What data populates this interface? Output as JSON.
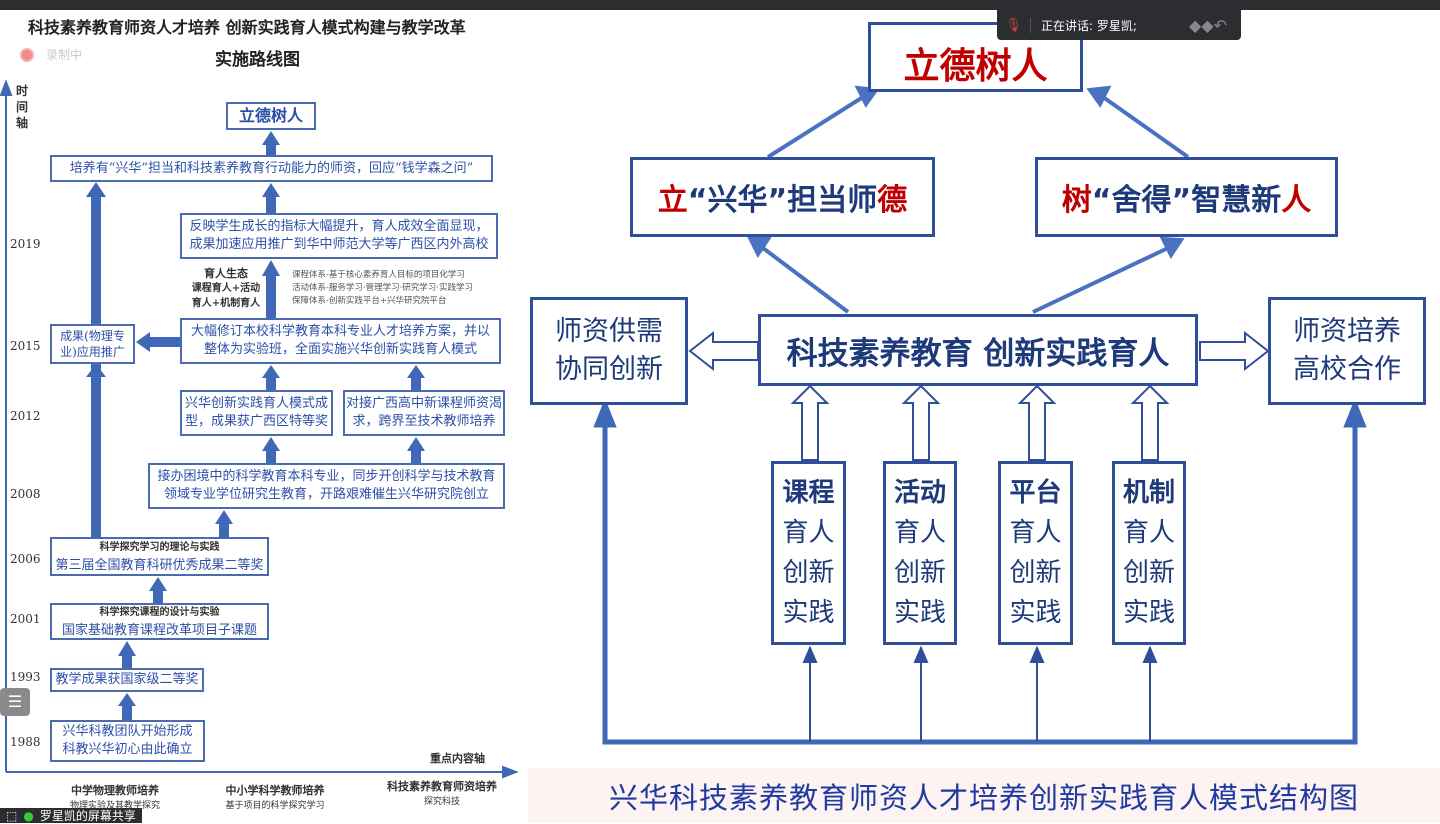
{
  "left": {
    "title": "科技素养教育师资人才培养 创新实践育人模式构建与教学改革",
    "subtitle": "实施路线图",
    "recording": "录制中",
    "time_axis": "时间轴",
    "content_axis": "重点内容轴",
    "years": [
      "2019",
      "2015",
      "2012",
      "2008",
      "2006",
      "2001",
      "1993",
      "1988"
    ],
    "boxes": {
      "top": "立德树人",
      "goal": "培养有“兴华”担当和科技素养教育行动能力的师资，回应“钱学森之问”",
      "b2019a": "反映学生成长的指标大幅提升，育人成效全面显现，",
      "b2019b": "成果加速应用推广到华中师范大学等广西区内外高校",
      "b2015side": "成果(物理专业)应用推广",
      "b2015a": "大幅修订本校科学教育本科专业人才培养方案，并以",
      "b2015b": "整体为实验班，全面实施兴华创新实践育人模式",
      "b2012a": "兴华创新实践育人模式成型，成果获广西区特等奖",
      "b2012b": "对接广西高中新课程师资渴求，跨界至技术教师培养",
      "b2008a": "接办困境中的科学教育本科专业，同步开创科学与技术教育",
      "b2008b": "领域专业学位研究生教育，开路艰难催生兴华研究院创立",
      "b2006a": "科学探究学习的理论与实践",
      "b2006b": "第三届全国教育科研优秀成果二等奖",
      "b2001a": "科学探究课程的设计与实验",
      "b2001b": "国家基础教育课程改革项目子课题",
      "b1993": "教学成果获国家级二等奖",
      "b1988a": "兴华科教团队开始形成",
      "b1988b": "科教兴华初心由此确立"
    },
    "ecology": {
      "title": "育人生态",
      "l1": "课程育人+活动",
      "l2": "育人+机制育人",
      "s1": "课程体系-基于核心素养育人目标的项目化学习",
      "s2": "活动体系-服务学习·管理学习·研究学习·实践学习",
      "s3": "保障体系-创新实践平台+兴华研究院平台"
    },
    "bottom": [
      {
        "t": "中学物理教师培养",
        "s": "物理实验及其教学探究"
      },
      {
        "t": "中小学科学教师培养",
        "s": "基于项目的科学探究学习"
      },
      {
        "t": "科技素养教育师资培养",
        "s": "探究科技"
      }
    ]
  },
  "right": {
    "top": "立德树人",
    "left_goal": {
      "a": "立",
      "b": "“兴华”担当师",
      "c": "德"
    },
    "right_goal": {
      "a": "树",
      "b": "“舍得”智慧新",
      "c": "人"
    },
    "left_side": [
      "师资供需",
      "协同创新"
    ],
    "center": "科技素养教育 创新实践育人",
    "right_side": [
      "师资培养",
      "高校合作"
    ],
    "pillars": [
      {
        "h": "课程",
        "l": [
          "育人",
          "创新",
          "实践"
        ]
      },
      {
        "h": "活动",
        "l": [
          "育人",
          "创新",
          "实践"
        ]
      },
      {
        "h": "平台",
        "l": [
          "育人",
          "创新",
          "实践"
        ]
      },
      {
        "h": "机制",
        "l": [
          "育人",
          "创新",
          "实践"
        ]
      }
    ],
    "caption": "兴华科技素养教育师资人才培养创新实践育人模式结构图"
  },
  "overlay": {
    "speaking": "正在讲话: 罗星凯;",
    "share": "罗星凯的屏幕共享"
  }
}
